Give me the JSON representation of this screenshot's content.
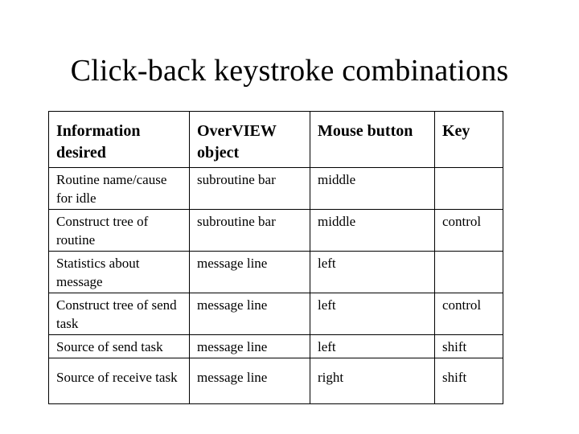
{
  "slide": {
    "title": "Click-back keystroke combinations",
    "background_color": "#ffffff",
    "text_color": "#000000",
    "border_color": "#000000"
  },
  "table": {
    "headers": [
      "Information desired",
      "OverVIEW object",
      "Mouse button",
      "Key"
    ],
    "rows": [
      [
        "Routine name/cause for idle",
        "subroutine bar",
        "middle",
        ""
      ],
      [
        "Construct tree of routine",
        "subroutine bar",
        "middle",
        "control"
      ],
      [
        "Statistics about message",
        "message line",
        "left",
        ""
      ],
      [
        "Construct tree of send task",
        "message line",
        "left",
        "control"
      ],
      [
        "Source of send task",
        "message line",
        "left",
        "shift"
      ],
      [
        "Source of receive task",
        "message line",
        "right",
        "shift"
      ]
    ]
  }
}
